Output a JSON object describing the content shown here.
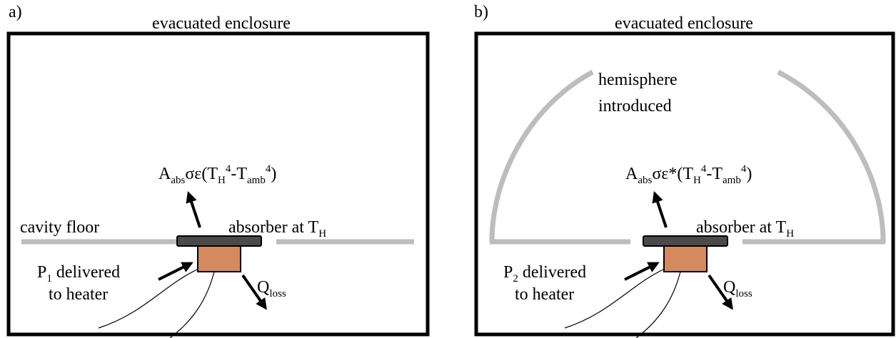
{
  "panel_a": {
    "letter": "a)",
    "enclosure_label": "evacuated enclosure",
    "floor_label": "cavity floor",
    "absorber_label": {
      "main": "absorber at T",
      "sub": "H"
    },
    "emission": {
      "p1": "A",
      "s1": "abs",
      "p2": "σε(T",
      "s2": "H",
      "sup1": "4",
      "p3": "-T",
      "s3": "amb",
      "sup2": "4",
      "p4": ")"
    },
    "power": {
      "p1": "P",
      "s1": "1",
      "p2": " delivered",
      "line2": "to heater"
    },
    "loss": {
      "main": "Q",
      "sub": "loss"
    }
  },
  "panel_b": {
    "letter": "b)",
    "enclosure_label": "evacuated enclosure",
    "hemisphere_line1": "hemisphere",
    "hemisphere_line2": "introduced",
    "absorber_label": {
      "main": "absorber at T",
      "sub": "H"
    },
    "emission": {
      "p1": "A",
      "s1": "abs",
      "p2": "σε*(T",
      "s2": "H",
      "sup1": "4",
      "p3": "-T",
      "s3": "amb",
      "sup2": "4",
      "p4": ")"
    },
    "power": {
      "p1": "P",
      "s1": "2",
      "p2": " delivered",
      "line2": "to heater"
    },
    "loss": {
      "main": "Q",
      "sub": "loss"
    }
  },
  "colors": {
    "enclosure": "#000000",
    "cavity_floor": "#bdbdbd",
    "hemisphere": "#bdbdbd",
    "absorber_plate": "#4a4a4a",
    "heater": "#d4895e",
    "arrow": "#000000"
  }
}
